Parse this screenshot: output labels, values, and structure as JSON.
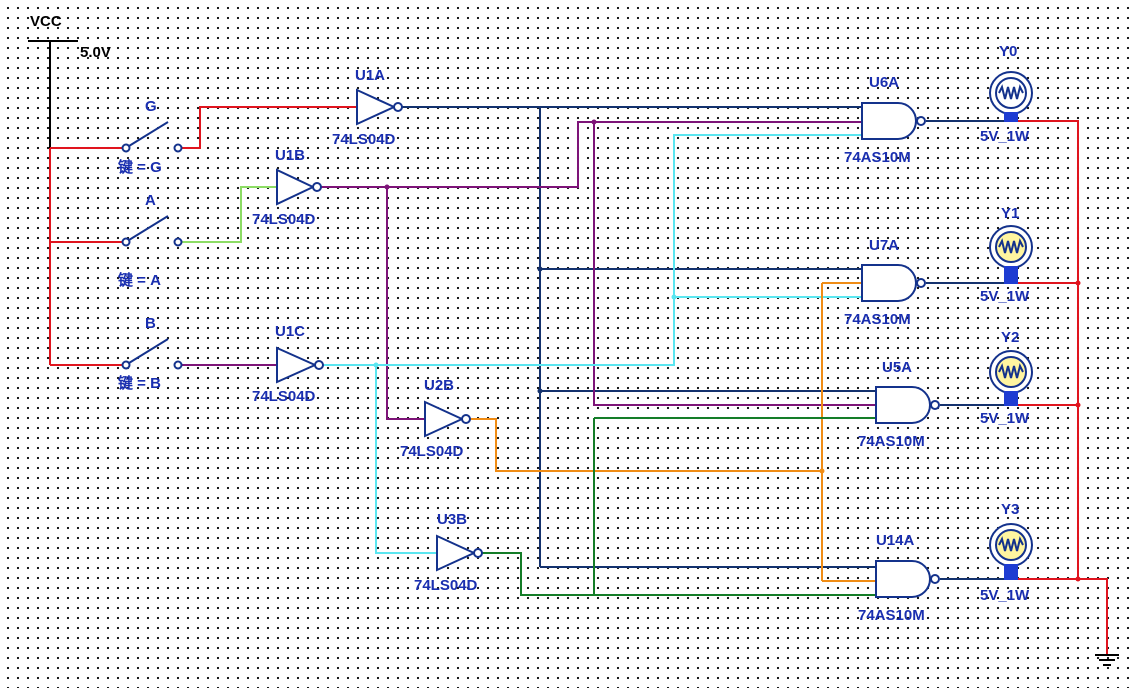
{
  "power": {
    "label": "VCC",
    "voltage": "5.0V"
  },
  "switches": [
    {
      "id": "G",
      "label": "G",
      "key_label": "键 = G"
    },
    {
      "id": "A",
      "label": "A",
      "key_label": "键 = A"
    },
    {
      "id": "B",
      "label": "B",
      "key_label": "键 = B"
    }
  ],
  "inverters": [
    {
      "id": "U1A",
      "ref": "U1A",
      "part": "74LS04D"
    },
    {
      "id": "U1B",
      "ref": "U1B",
      "part": "74LS04D"
    },
    {
      "id": "U1C",
      "ref": "U1C",
      "part": "74LS04D"
    },
    {
      "id": "U2B",
      "ref": "U2B",
      "part": "74LS04D"
    },
    {
      "id": "U3B",
      "ref": "U3B",
      "part": "74LS04D"
    }
  ],
  "nand_gates": [
    {
      "id": "U6A",
      "ref": "U6A",
      "part": "74AS10M"
    },
    {
      "id": "U7A",
      "ref": "U7A",
      "part": "74AS10M"
    },
    {
      "id": "U5A",
      "ref": "U5A",
      "part": "74AS10M"
    },
    {
      "id": "U14A",
      "ref": "U14A",
      "part": "74AS10M"
    }
  ],
  "lamps": [
    {
      "id": "Y0",
      "name": "Y0",
      "rating": "5V_1W",
      "lit": false
    },
    {
      "id": "Y1",
      "name": "Y1",
      "rating": "5V_1W",
      "lit": true
    },
    {
      "id": "Y2",
      "name": "Y2",
      "rating": "5V_1W",
      "lit": true
    },
    {
      "id": "Y3",
      "name": "Y3",
      "rating": "5V_1W",
      "lit": true
    }
  ],
  "colors": {
    "label": "#1a2fb0",
    "wire_power": "#e0141e",
    "wire_blue": "#14326e",
    "wire_purple": "#7d1478",
    "wire_cyan": "#5ae6f0",
    "wire_orange": "#f08c14",
    "wire_green": "#147d28",
    "wire_light_green": "#8cdc64",
    "lamp_lit": "#fff5a0",
    "lamp_base": "#1e3cd2"
  }
}
